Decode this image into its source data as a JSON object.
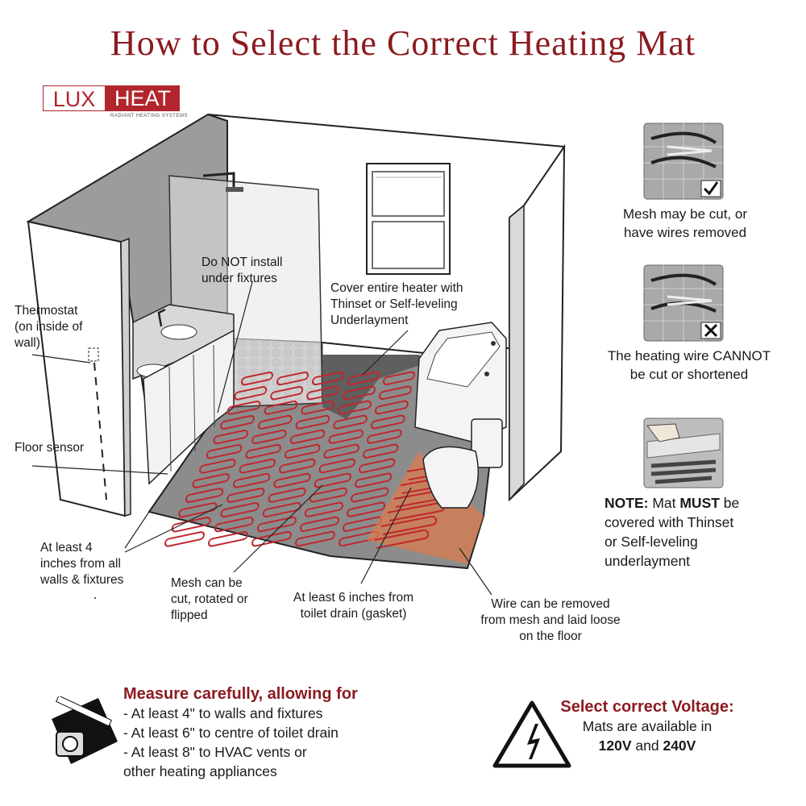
{
  "title": "How to Select the Correct Heating Mat",
  "logo": {
    "part1": "LUX",
    "part2": "HEAT",
    "tagline": "RADIANT HEATING SYSTEMS",
    "brand_color": "#b0262c"
  },
  "accent_color": "#8b1a1f",
  "heating_wire_color": "#c0272d",
  "callouts": {
    "do_not_install": [
      "Do NOT install",
      "under fixtures"
    ],
    "cover_heater": [
      "Cover entire heater with",
      "Thinset or Self-leveling",
      "Underlayment"
    ],
    "thermostat": [
      "Thermostat",
      "(on inside of",
      "wall)"
    ],
    "floor_sensor": "Floor sensor",
    "at_least_4": [
      "At least 4",
      "inches from all",
      "walls & fixtures"
    ],
    "mesh_cut": [
      "Mesh can be",
      "cut, rotated or",
      "flipped"
    ],
    "at_least_6": [
      "At least 6 inches from",
      "toilet drain (gasket)"
    ],
    "wire_removed": [
      "Wire can be removed",
      "from mesh and laid loose",
      "on the floor"
    ]
  },
  "side_panels": {
    "mesh_cut": {
      "lines": [
        "Mesh may be cut, or",
        "have wires removed"
      ],
      "mark": "check"
    },
    "wire_no_cut": {
      "lines": [
        "The heating wire CANNOT",
        "be cut or shortened"
      ],
      "mark": "cross"
    },
    "note": {
      "bold": "NOTE:",
      "pre": " Mat ",
      "strong": "MUST",
      "post": " be",
      "lines": [
        "covered with Thinset",
        "or Self-leveling",
        "underlayment"
      ]
    }
  },
  "measure": {
    "heading": "Measure carefully, allowing for",
    "items": [
      "- At least 4\" to walls and fixtures",
      "- At least 6\" to centre of toilet drain",
      "- At least 8\" to HVAC vents or",
      "other heating appliances"
    ]
  },
  "voltage": {
    "heading": "Select correct Voltage:",
    "line1": "Mats are available in",
    "v1": "120V",
    "and": " and ",
    "v2": "240V"
  }
}
